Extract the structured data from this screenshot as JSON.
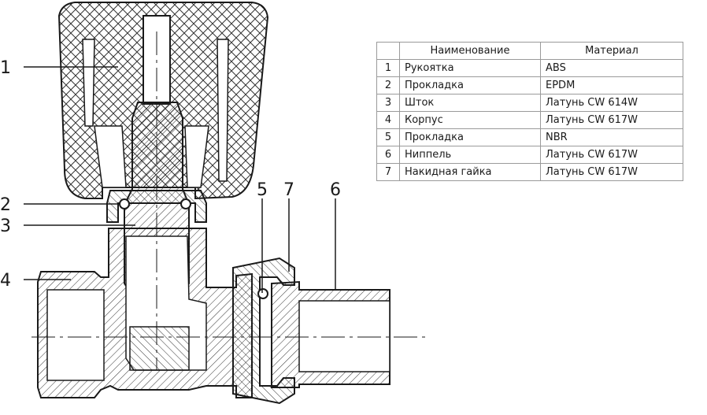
{
  "table": {
    "header": {
      "num": "",
      "name": "Наименование",
      "material": "Материал"
    },
    "rows": [
      {
        "num": "1",
        "name": "Рукоятка",
        "material": "ABS"
      },
      {
        "num": "2",
        "name": "Прокладка",
        "material": "EPDM"
      },
      {
        "num": "3",
        "name": "Шток",
        "material": "Латунь CW 614W"
      },
      {
        "num": "4",
        "name": "Корпус",
        "material": "Латунь CW 617W"
      },
      {
        "num": "5",
        "name": "Прокладка",
        "material": "NBR"
      },
      {
        "num": "6",
        "name": "Ниппель",
        "material": "Латунь CW 617W"
      },
      {
        "num": "7",
        "name": "Накидная гайка",
        "material": "Латунь CW 617W"
      }
    ]
  },
  "callouts": {
    "c1": "1",
    "c2": "2",
    "c3": "3",
    "c4": "4",
    "c5": "5",
    "c6": "6",
    "c7": "7"
  },
  "colors": {
    "line": "#1a1a1a",
    "hatch": "#333333",
    "table_border": "#9a9a9a"
  }
}
